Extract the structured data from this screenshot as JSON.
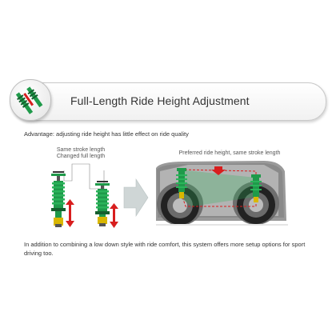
{
  "header": {
    "title": "Full-Length Ride Height Adjustment"
  },
  "advantage_text": "Advantage: adjusting ride height has little effect on ride quality",
  "left_diagram": {
    "caption_line1": "Same stroke length",
    "caption_line2": "Changed full length"
  },
  "right_diagram": {
    "caption": "Preferred ride height, same stroke length"
  },
  "bottom_text": "In addition to combining a low down style with ride comfort, this system offers more setup options for sport driving too.",
  "colors": {
    "shock_green": "#1f9a4a",
    "spring_green": "#2bb35a",
    "arrow_red": "#d81e1e",
    "arrow_gray": "#cfd6d6",
    "car_gray": "#8f8f8f"
  },
  "icons": {
    "header_badge": "coilover-icon",
    "transition_arrow": "arrow-right-icon"
  }
}
